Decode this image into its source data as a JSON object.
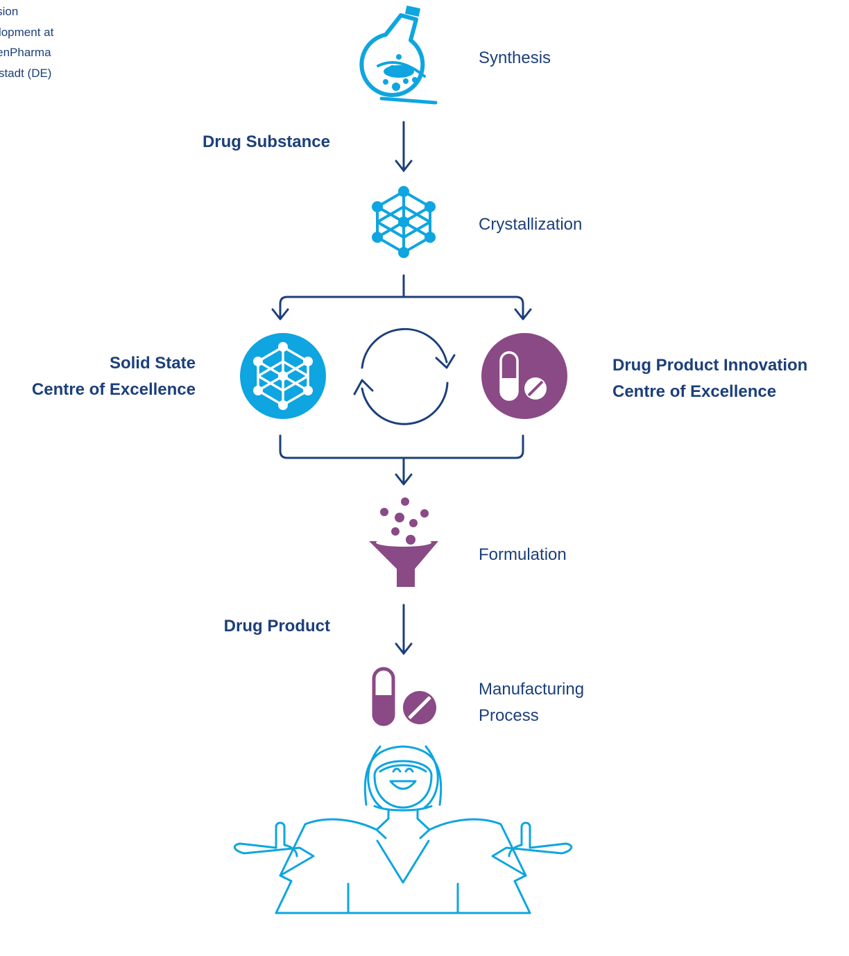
{
  "intro_text": {
    "lines": [
      "rusion",
      "velopment at",
      "rdenPharma",
      "nkstadt (DE)"
    ]
  },
  "steps": {
    "synthesis": "Synthesis",
    "crystallization": "Crystallization",
    "formulation": "Formulation",
    "manufacturing_line1": "Manufacturing",
    "manufacturing_line2": "Process"
  },
  "transitions": {
    "drug_substance": "Drug Substance",
    "drug_product": "Drug Product"
  },
  "centres": {
    "solid_state_line1": "Solid State",
    "solid_state_line2": "Centre of Excellence",
    "drug_product_line1": "Drug Product Innovation",
    "drug_product_line2": "Centre of Excellence"
  },
  "icons": {
    "flask": "flask-icon",
    "crystal": "crystal-lattice-icon",
    "solid_state": "crystal-circle-icon",
    "cycle": "cycle-arrows-icon",
    "drug_product_centre": "capsule-pill-circle-icon",
    "funnel": "funnel-icon",
    "capsule_pill": "capsule-pill-icon",
    "person": "person-presenting-icon"
  },
  "colors": {
    "navy": "#1c3f7a",
    "cyan": "#0ea5e0",
    "purple": "#8a4a86"
  }
}
